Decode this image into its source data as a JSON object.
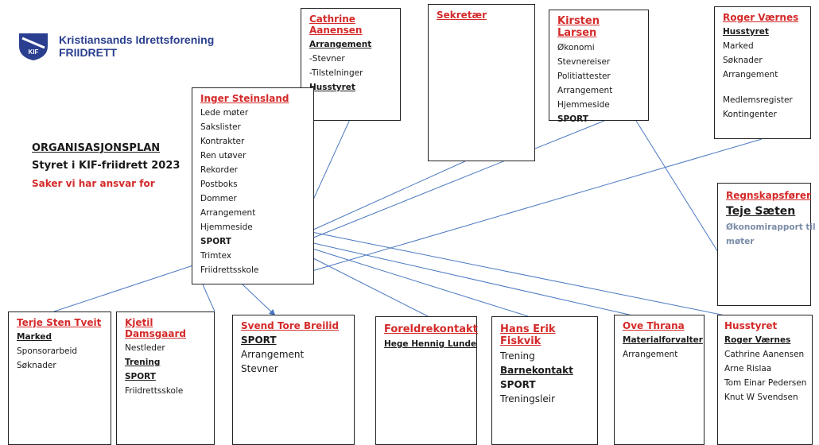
{
  "colors": {
    "title_red": "#d42a2a",
    "line_blue": "#4a78c0",
    "logo_blue": "#2a3f8f"
  },
  "logo": {
    "line1": "Kristiansands Idrettsforening",
    "line2": "FRIIDRETT",
    "badge_text": "KIF"
  },
  "heading": {
    "line1": "ORGANISASJONSPLAN",
    "line2": "Styret i KIF-friidrett 2023",
    "line3": "Saker vi har ansvar for"
  },
  "boxes": {
    "cathrine": {
      "title": "Cathrine Aanensen",
      "lines": [
        "Arrangement",
        "-Stevner",
        "-Tilstelninger",
        "Husstyret"
      ]
    },
    "sekretaer": {
      "title": "Sekretær"
    },
    "kirsten": {
      "title": "Kirsten Larsen",
      "lines": [
        "Økonomi",
        "Stevnereiser",
        "Politiattester",
        "Arrangement",
        "Hjemmeside",
        "SPORT"
      ]
    },
    "roger": {
      "title": "Roger Værnes",
      "lines": [
        "Husstyret",
        "Marked",
        "Søknader",
        "Arrangement",
        "Medlemsregister",
        "Kontingenter"
      ]
    },
    "inger": {
      "title": "Inger Steinsland",
      "lines": [
        "Lede møter",
        "Sakslister",
        "Kontrakter",
        "Ren utøver",
        "Rekorder",
        "Postboks",
        "Dommer",
        "Arrangement",
        "Hjemmeside",
        "SPORT",
        "Trimtex",
        "Friidrettsskole"
      ]
    },
    "regnskap": {
      "title": "Regnskapsfører",
      "lines": [
        "Teje Sæten",
        "Økonomirapport til",
        "møter"
      ]
    },
    "terje": {
      "title": "Terje Sten Tveit",
      "lines": [
        "Marked",
        "Sponsorarbeid",
        "Søknader"
      ]
    },
    "kjetil": {
      "title": "Kjetil Damsgaard",
      "lines": [
        "Nestleder",
        "Trening",
        "SPORT",
        "Friidrettsskole"
      ]
    },
    "svend": {
      "title": "Svend Tore Breilid",
      "lines": [
        "SPORT",
        "Arrangement",
        "Stevner"
      ]
    },
    "foreldre": {
      "title": "Foreldrekontakt",
      "lines": [
        "Hege Hennig Lunde"
      ]
    },
    "hans": {
      "title": "Hans Erik Fiskvik",
      "lines": [
        "Trening",
        "Barnekontakt",
        "SPORT",
        "Treningsleir"
      ]
    },
    "ove": {
      "title": "Ove Thrana",
      "lines": [
        "Materialforvalter",
        "Arrangement"
      ]
    },
    "husstyret": {
      "title": "Husstyret",
      "lines": [
        "Roger Værnes",
        "Cathrine Aanensen",
        "Arne Rislaa",
        "Tom Einar Pedersen",
        "Knut W Svendsen"
      ]
    }
  }
}
